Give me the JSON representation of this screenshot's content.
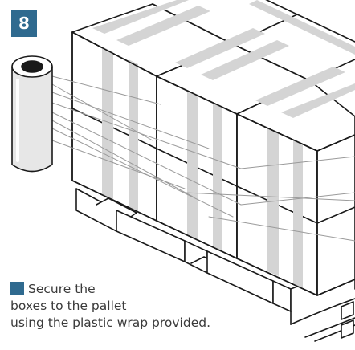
{
  "step": {
    "number": "8"
  },
  "caption": {
    "line1": "Secure the",
    "line2": "boxes to the pallet",
    "line3": "using the plastic wrap provided."
  },
  "colors": {
    "accent": "#2f6a8f",
    "stroke": "#1a1a1a",
    "tape": "#d4d4d4",
    "roll": "#e7e7e7"
  },
  "icons": {
    "bullet": "square-bullet-icon"
  }
}
